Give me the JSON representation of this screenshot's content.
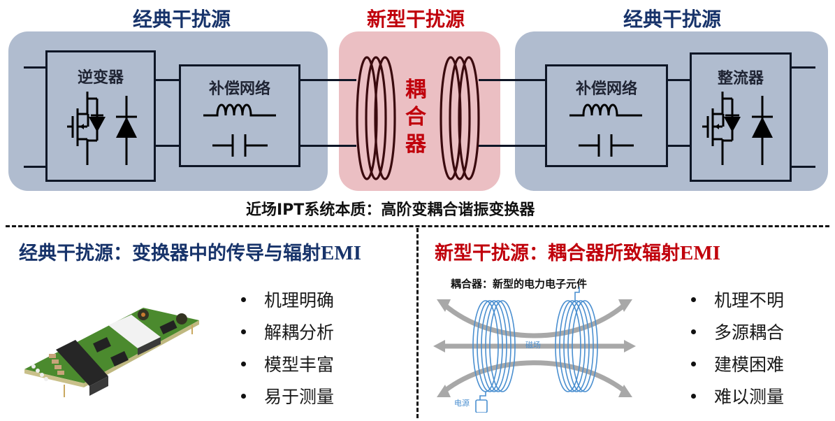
{
  "top_diagram": {
    "left_section_title": "经典干扰源",
    "center_section_title": "新型干扰源",
    "right_section_title": "经典干扰源",
    "blocks": {
      "inverter": "逆变器",
      "comp_left": "补偿网络",
      "comp_right": "补偿网络",
      "rectifier": "整流器",
      "coupler": [
        "耦",
        "合",
        "器"
      ]
    },
    "caption": "近场IPT系统本质：高阶变耦合谐振变换器"
  },
  "left_panel": {
    "heading_main": "经典干扰源：变换器中的传导与辐射",
    "heading_suffix": "EMI",
    "image_desc": "DC-DC converter module PCB photo",
    "bullets": [
      "机理明确",
      "解耦分析",
      "模型丰富",
      "易于测量"
    ]
  },
  "right_panel": {
    "heading_main": "新型干扰源：耦合器所致辐射",
    "heading_suffix": "EMI",
    "figure_title": "耦合器：新型的电力电子元件",
    "figure_labels": {
      "field": "磁场",
      "source": "电源"
    },
    "bullets": [
      "机理不明",
      "多源耦合",
      "建模困难",
      "难以测量"
    ]
  },
  "colors": {
    "navy": "#17336a",
    "red": "#c0000b",
    "panel_blue": "#b0bccf",
    "panel_pink": "#ebbfc3",
    "coil": "#3a0a0e"
  }
}
